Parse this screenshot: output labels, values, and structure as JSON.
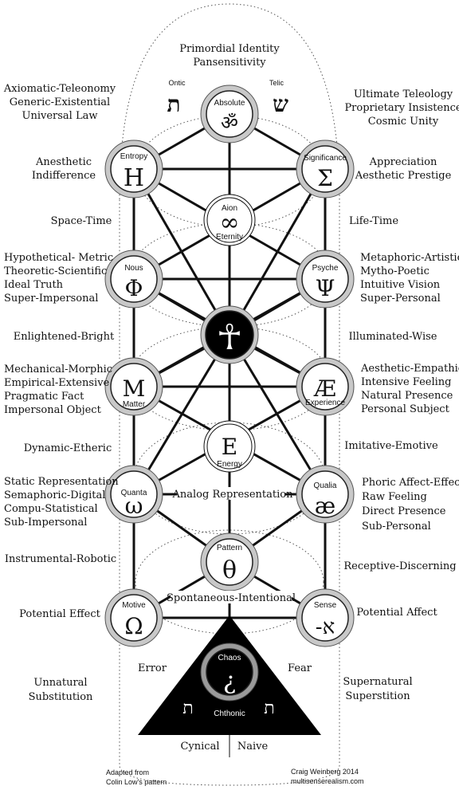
{
  "diagram": {
    "top": {
      "line1": "Primordial Identity",
      "line2": "Pansensitivity"
    },
    "left_labels": {
      "axiomatic": [
        "Axiomatic-Teleonomy",
        "Generic-Existential",
        "Universal Law"
      ],
      "anesthetic": [
        "Anesthetic",
        "Indifference"
      ],
      "space_time": "Space-Time",
      "hypothetical": [
        "Hypothetical- Metric",
        "Theoretic-Scientific",
        "Ideal Truth",
        "Super-Impersonal"
      ],
      "enlightened": "Enlightened-Bright",
      "mechanical": [
        "Mechanical-Morphic",
        "Empirical-Extensive",
        "Pragmatic Fact",
        "Impersonal Object"
      ],
      "dynamic": "Dynamic-Etheric",
      "static": [
        "Static Representation",
        "Semaphoric-Digital",
        "Compu-Statistical",
        "Sub-Impersonal"
      ],
      "instrumental": "Instrumental-Robotic",
      "potential_effect": "Potential Effect",
      "unnatural": [
        "Unnatural",
        "Substitution"
      ]
    },
    "right_labels": {
      "ultimate": [
        "Ultimate Teleology",
        "Proprietary Insistence",
        "Cosmic Unity"
      ],
      "appreciation": [
        "Appreciation",
        "Aesthetic Prestige"
      ],
      "life_time": "Life-Time",
      "metaphoric": [
        "Metaphoric-Artistic",
        "Mytho-Poetic",
        "Intuitive Vision",
        "Super-Personal"
      ],
      "illuminated": "Illuminated-Wise",
      "aesthetic": [
        "Aesthetic-Empathic",
        "Intensive Feeling",
        "Natural Presence",
        "Personal Subject"
      ],
      "imitative": "Imitative-Emotive",
      "phoric": [
        "Phoric Affect-Effect",
        "Raw Feeling",
        "Direct Presence",
        "Sub-Personal"
      ],
      "receptive": "Receptive-Discerning",
      "potential_affect": "Potential Affect",
      "supernatural": [
        "Supernatural",
        "Superstition"
      ]
    },
    "center_labels": {
      "analog": "Analog Representation",
      "spontaneous": "Spontaneous-Intentional",
      "error": "Error",
      "fear": "Fear",
      "cynical": "Cynical",
      "naive": "Naive"
    },
    "ontic": {
      "label": "Ontic",
      "glyph": "ת"
    },
    "telic": {
      "label": "Telic",
      "glyph": "ש"
    },
    "nodes": {
      "absolute": {
        "name": "Absolute",
        "glyph": "ॐ"
      },
      "entropy": {
        "name": "Entropy",
        "glyph": "Η"
      },
      "significance": {
        "name": "Significance",
        "glyph": "Σ"
      },
      "aion": {
        "name": "Aion",
        "glyph": "∞",
        "sub": "Eternity"
      },
      "nous": {
        "name": "Nous",
        "glyph": "Φ"
      },
      "psyche": {
        "name": "Psyche",
        "glyph": "Ψ"
      },
      "center": {
        "glyph": "☥"
      },
      "matter": {
        "name": "Matter",
        "glyph": "Μ"
      },
      "experience": {
        "name": "Experience",
        "glyph": "Æ"
      },
      "energy": {
        "name": "Energy",
        "glyph": "E"
      },
      "quanta": {
        "name": "Quanta",
        "glyph": "ω"
      },
      "qualia": {
        "name": "Qualia",
        "glyph": "æ"
      },
      "pattern": {
        "name": "Pattern",
        "glyph": "θ"
      },
      "motive": {
        "name": "Motive",
        "glyph": "Ω"
      },
      "sense": {
        "name": "Sense",
        "glyph": "-א"
      },
      "chaos": {
        "name": "Chaos",
        "glyph": "¿"
      }
    },
    "chthonic": {
      "label": "Chthonic",
      "left_glyph": "ת",
      "right_glyph": "ת"
    },
    "credits": {
      "left": [
        "Adapted from",
        "Colin Low's pattern"
      ],
      "right": [
        "Craig Weinberg 2014",
        "multisenserealism.com"
      ]
    }
  }
}
